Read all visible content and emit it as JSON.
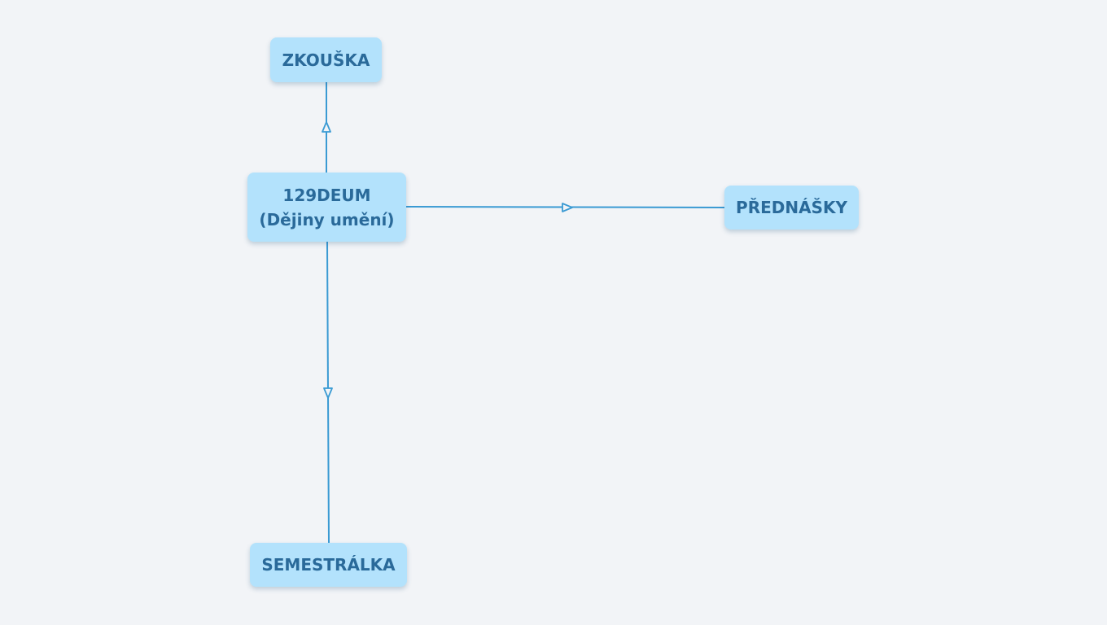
{
  "diagram": {
    "colors": {
      "background": "#f2f4f7",
      "node_fill": "#b3e2fc",
      "node_text": "#2a6a9a",
      "edge": "#3a9ad3"
    },
    "nodes": {
      "center": {
        "line1": "129DEUM",
        "line2": "(Dějiny umění)"
      },
      "zkouska": {
        "label": "ZKOUŠKA"
      },
      "prednasky": {
        "label": "PŘEDNÁŠKY"
      },
      "semestralka": {
        "label": "SEMESTRÁLKA"
      }
    },
    "edges": [
      {
        "from": "center",
        "to": "zkouska"
      },
      {
        "from": "center",
        "to": "prednasky"
      },
      {
        "from": "center",
        "to": "semestralka"
      }
    ]
  }
}
